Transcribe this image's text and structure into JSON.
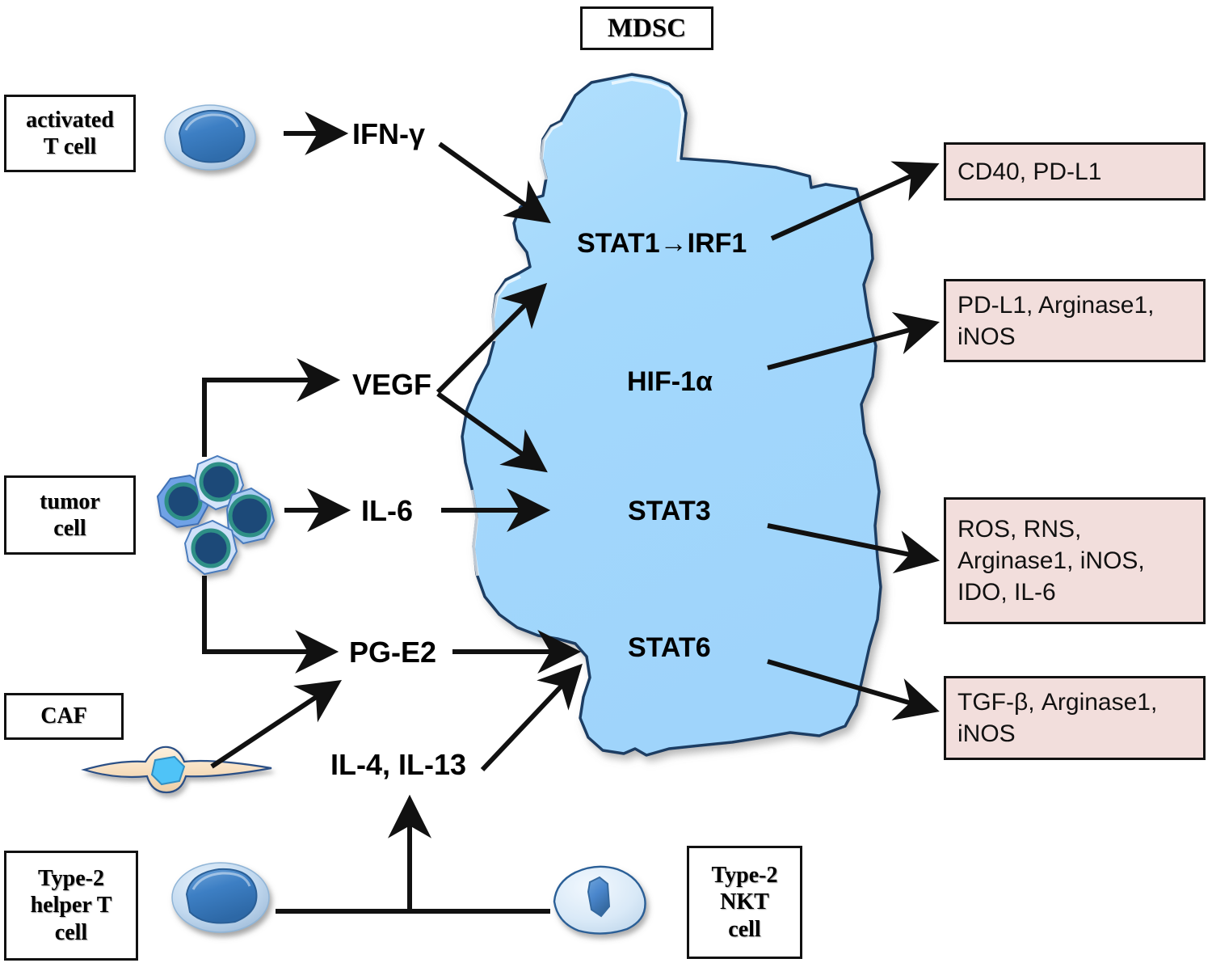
{
  "title": {
    "label": "MDSC"
  },
  "source_cells": [
    {
      "id": "activated-t-cell",
      "label": "activated\nT cell",
      "icon": "t-cell-icon"
    },
    {
      "id": "tumor-cell",
      "label": "tumor\ncell",
      "icon": "tumor-cell-cluster-icon"
    },
    {
      "id": "caf",
      "label": "CAF",
      "icon": "fibroblast-icon"
    },
    {
      "id": "type2-helper-t-cell",
      "label": "Type-2\nhelper T\ncell",
      "icon": "helper-t-cell-icon"
    },
    {
      "id": "type2-nkt-cell",
      "label": "Type-2\nNKT\ncell",
      "icon": "nkt-cell-icon"
    }
  ],
  "mediators": [
    {
      "id": "ifn-gamma",
      "label": "IFN-γ"
    },
    {
      "id": "vegf",
      "label": "VEGF"
    },
    {
      "id": "il-6",
      "label": "IL-6"
    },
    {
      "id": "pg-e2",
      "label": "PG-E2"
    },
    {
      "id": "il-4-il-13",
      "label": "IL-4, IL-13"
    }
  ],
  "pathways": [
    {
      "id": "stat1-irf1",
      "label": "STAT1→IRF1"
    },
    {
      "id": "hif-1alpha",
      "label": "HIF-1α"
    },
    {
      "id": "stat3",
      "label": "STAT3"
    },
    {
      "id": "stat6",
      "label": "STAT6"
    }
  ],
  "outputs": [
    {
      "id": "output-cd40-pdl1",
      "label": "CD40, PD-L1"
    },
    {
      "id": "output-pdl1-arg-inos",
      "label": "PD-L1, Arginase1,\niNOS"
    },
    {
      "id": "output-ros-rns",
      "label": "ROS, RNS,\nArginase1, iNOS,\nIDO, IL-6"
    },
    {
      "id": "output-tgfb",
      "label": "TGF-β, Arginase1,\niNOS"
    }
  ],
  "colors": {
    "mdsc_fill": "#a3d8fc",
    "mdsc_stroke": "#1b3d63",
    "output_fill": "#f2dedc",
    "output_stroke": "#121212",
    "box_stroke": "#111111",
    "arrow": "#111111",
    "tumor_nucleus": "#1c4878",
    "tumor_nucleus_ring": "#2e8f86",
    "caf_body": "#f7dfc0",
    "caf_nucleus": "#4fc3f7",
    "tcell_body": "#bcd8f2",
    "tcell_nucleus": "#3d7fc4",
    "nkt_body": "#d9e9f7",
    "nkt_nucleus": "#4a86cc"
  }
}
